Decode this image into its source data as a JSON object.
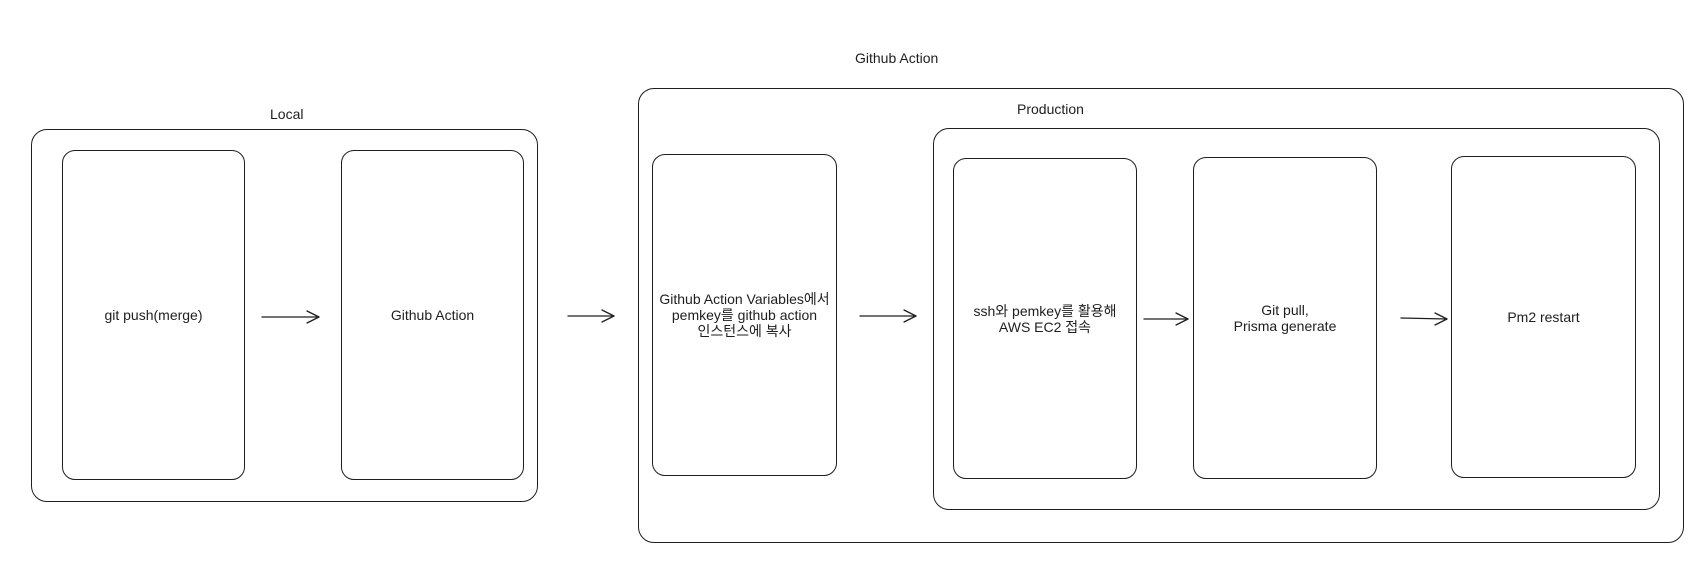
{
  "groups": {
    "local": "Local",
    "github_action": "Github Action",
    "production": "Production"
  },
  "nodes": {
    "git_push": "git push(merge)",
    "github_action": "Github Action",
    "copy_pemkey": "Github Action Variables에서\npemkey를 github action\n인스턴스에 복사",
    "ssh_connect": "ssh와 pemkey를 활용해\nAWS EC2 접속",
    "git_pull": "Git pull,\nPrisma generate",
    "pm2_restart": "Pm2 restart"
  },
  "colors": {
    "stroke": "#1e1e1e",
    "background": "#ffffff"
  }
}
